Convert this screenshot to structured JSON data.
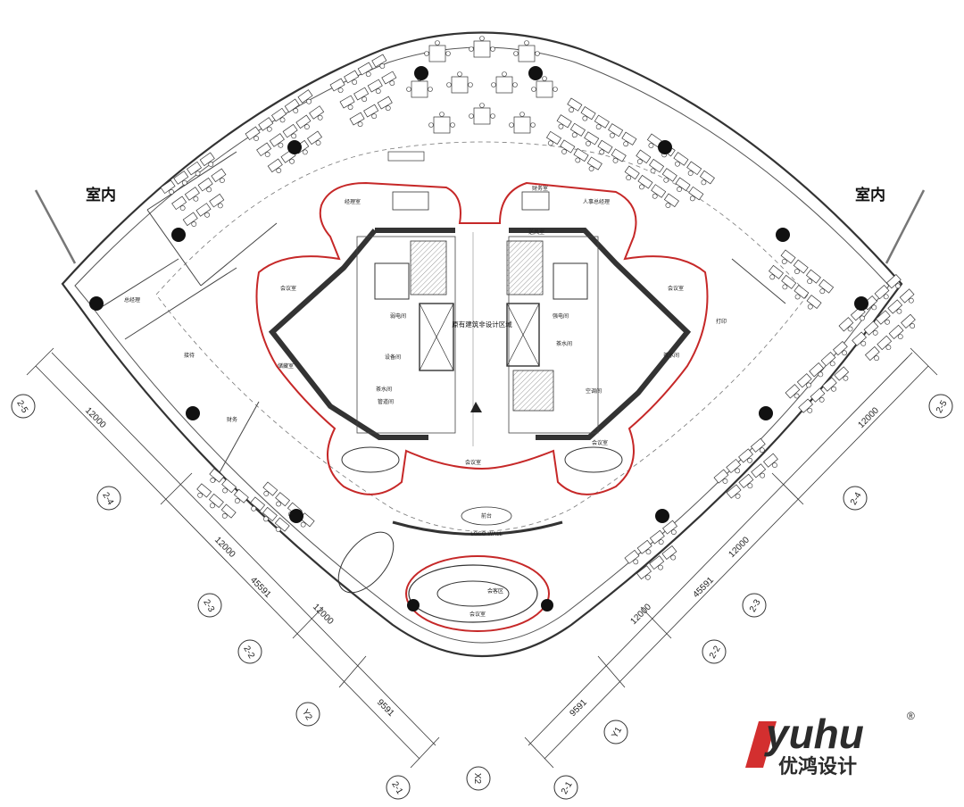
{
  "labels": {
    "indoor_left": "室内",
    "indoor_right": "室内",
    "core_note": "原有建筑非设计区域",
    "logo_wall": "LOGO WALL",
    "front_desk": "前台"
  },
  "room_labels": [
    "经理室",
    "财务室",
    "人事总经理",
    "会议室",
    "会议室",
    "储藏室",
    "弱电间",
    "设备间",
    "茶水间",
    "管道间",
    "强电间",
    "送风室",
    "茶水间",
    "空调间",
    "会议室",
    "会议室",
    "打印",
    "接待",
    "总经理",
    "财务",
    "会议室",
    "茶水间",
    "会客区"
  ],
  "dimensions": {
    "left": [
      "12000",
      "12000",
      "45591",
      "12000",
      "9591"
    ],
    "right": [
      "12000",
      "12000",
      "45591",
      "12000",
      "9591"
    ]
  },
  "axes": {
    "left": [
      "2-5",
      "2-4",
      "2-3",
      "2-2",
      "Y2",
      "2-1"
    ],
    "right": [
      "2-5",
      "2-4",
      "2-3",
      "2-2",
      "Y1",
      "2-1"
    ],
    "bottom": "X2"
  },
  "brand": {
    "wordmark": "yuhu",
    "registered": "®",
    "subtitle": "优鸿设计",
    "accent_color": "#d32f2f",
    "text_color": "#2b2b2b"
  },
  "colors": {
    "wall": "#333333",
    "core_outline": "#c62828",
    "column": "#111111"
  }
}
